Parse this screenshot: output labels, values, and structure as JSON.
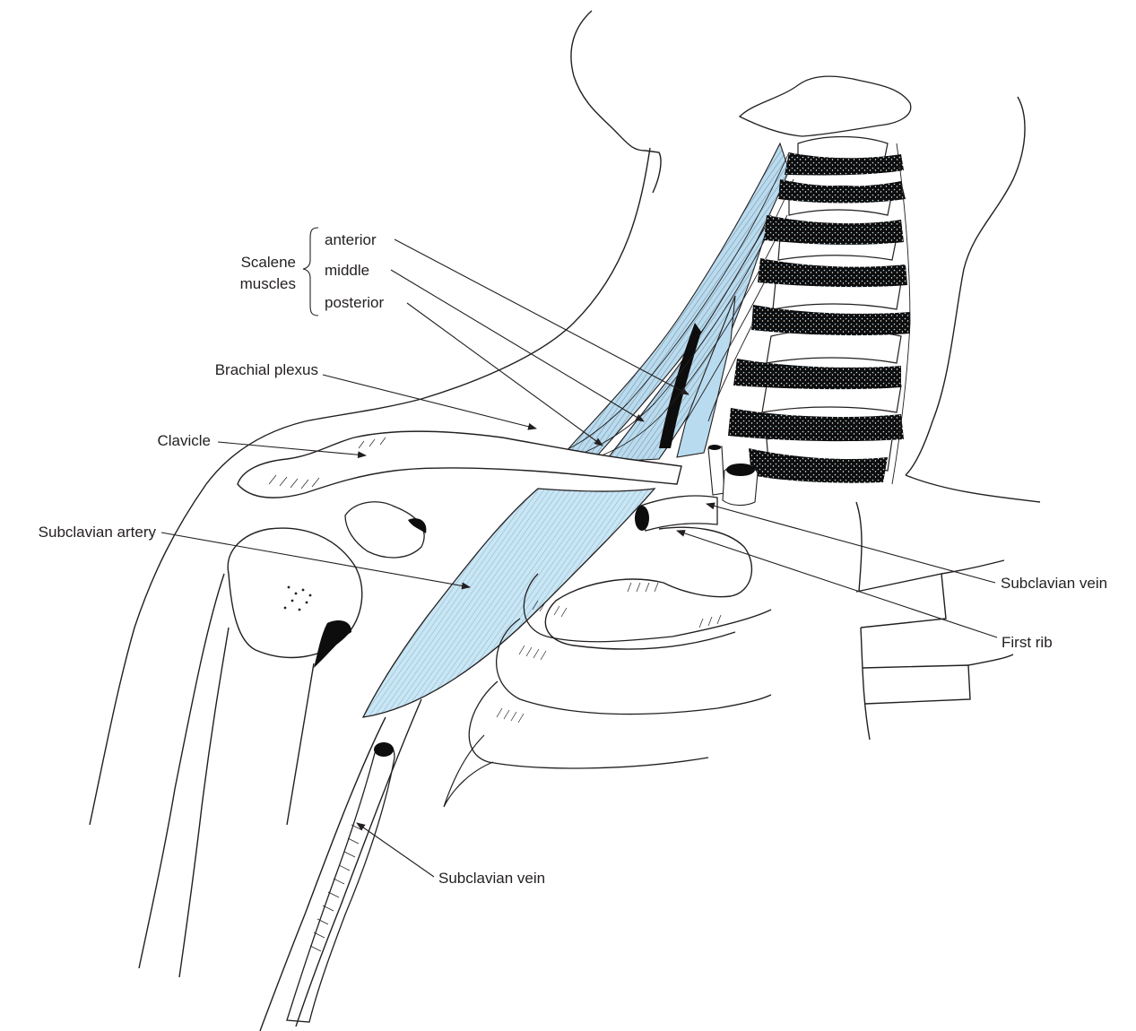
{
  "colors": {
    "ink": "#231f20",
    "muscle_fill": "#b9dbef",
    "artery_fill": "#c7e6f6",
    "bone_fill": "#ffffff",
    "disc_fill": "#000000"
  },
  "labels": {
    "scalene_group": [
      "Scalene",
      "muscles"
    ],
    "scalene_anterior": "anterior",
    "scalene_middle": "middle",
    "scalene_posterior": "posterior",
    "brachial_plexus": "Brachial plexus",
    "clavicle": "Clavicle",
    "subclavian_artery": "Subclavian artery",
    "subclavian_vein_right": "Subclavian vein",
    "first_rib": "First rib",
    "subclavian_vein_bottom": "Subclavian vein"
  },
  "icons": [
    "arrowhead"
  ]
}
